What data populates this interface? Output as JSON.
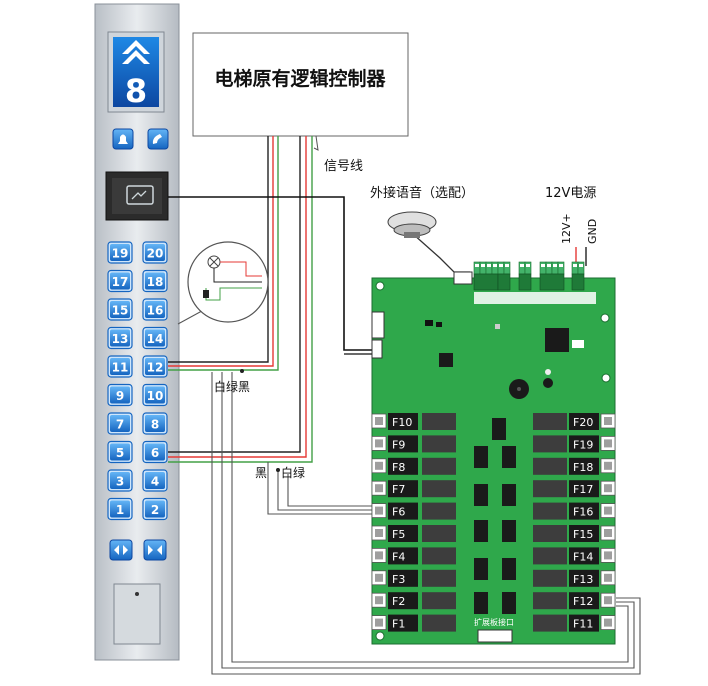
{
  "controller": {
    "label": "电梯原有逻辑控制器"
  },
  "panel": {
    "floor_display": "8",
    "left_column": [
      "19",
      "17",
      "15",
      "13",
      "11",
      "9",
      "7",
      "5",
      "3",
      "1"
    ],
    "right_column": [
      "20",
      "18",
      "16",
      "14",
      "12",
      "10",
      "8",
      "6",
      "4",
      "2"
    ]
  },
  "labels": {
    "signal_line": "信号线",
    "speaker": "外接语音（选配）",
    "power": "12V电源",
    "v12_plus": "12V+",
    "gnd": "GND",
    "white_green_black": "白绿黑",
    "black": "黑",
    "white_green": "白绿",
    "expansion_port": "扩展板接口"
  },
  "board": {
    "left_channels": [
      "F10",
      "F9",
      "F8",
      "F7",
      "F6",
      "F5",
      "F4",
      "F3",
      "F2",
      "F1"
    ],
    "right_channels": [
      "F20",
      "F19",
      "F18",
      "F17",
      "F16",
      "F15",
      "F14",
      "F13",
      "F12",
      "F11"
    ]
  },
  "colors": {
    "board_green": "#2fa84b",
    "panel_blue": "#1565c0",
    "button_blue": "#1e88e5",
    "wire_red": "#e53935",
    "wire_green": "#43a047",
    "wire_black": "#222222"
  }
}
